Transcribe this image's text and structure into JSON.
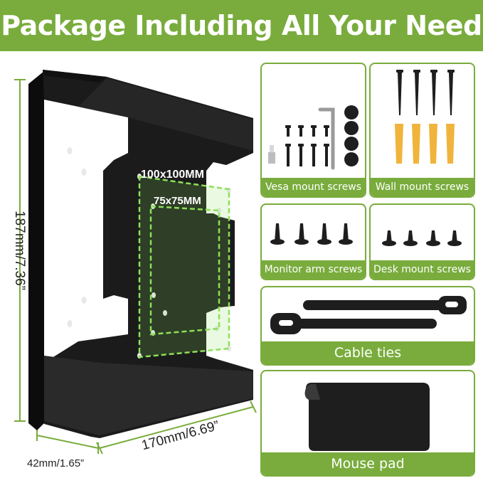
{
  "banner": {
    "title": "Package Including All Your Need"
  },
  "product": {
    "label_100": "100x100MM",
    "label_75": "75x75MM",
    "dim_height": "187mm/7.36”",
    "dim_width": "170mm/6.69”",
    "dim_depth": "42mm/1.65”"
  },
  "panels": {
    "vesa": "Vesa mount screws",
    "wall": "Wall mount screws",
    "monitor_arm": "Monitor arm screws",
    "desk": "Desk mount screws",
    "cable_ties": "Cable ties",
    "mouse_pad": "Mouse pad"
  },
  "colors": {
    "accent": "#79ac3c",
    "bracket": "#1b1b1b",
    "anchor": "#f0b43c",
    "guide": "#8be05a"
  }
}
